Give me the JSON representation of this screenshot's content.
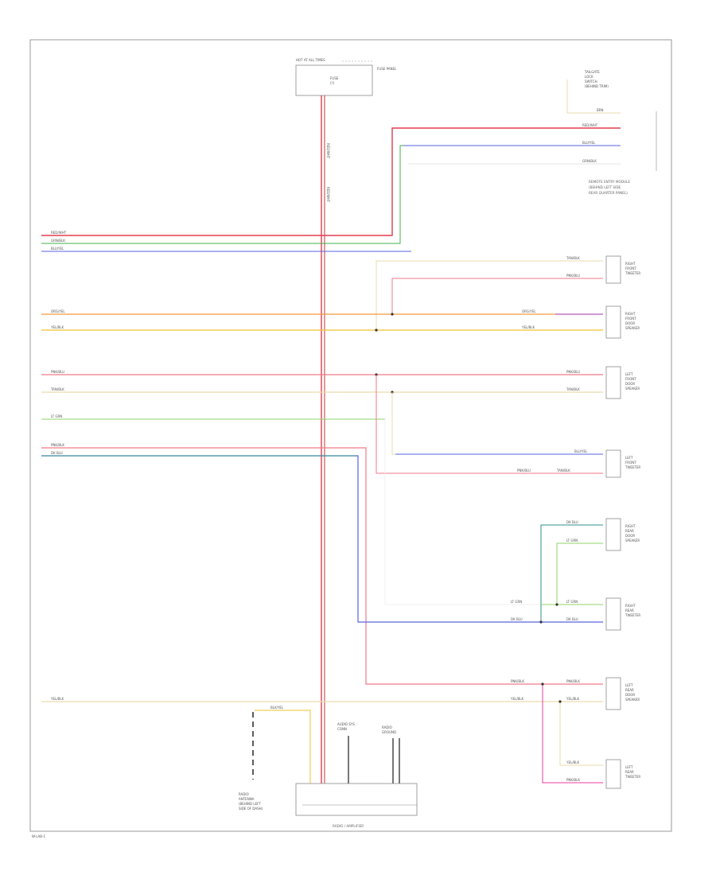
{
  "diagram": {
    "colors": {
      "red": "#e23b4e",
      "darkred": "#c0392b",
      "green": "#3fb24a",
      "blue": "#5a63e0",
      "orange": "#f29a3a",
      "yellow": "#f2c12e",
      "pink": "#f07a8a",
      "tan": "#e9dcae",
      "lightgreen": "#8fd46a",
      "magenta": "#ec3d9c",
      "teal": "#2f8f8a",
      "gray": "#8a8a8a",
      "black": "#333333"
    },
    "labels": {
      "hot_at_all_times": "HOT AT ALL TIMES",
      "fuse": "FUSE",
      "fuse_id": "(?)",
      "fuse_panel": "FUSE PANEL",
      "top_right_block": [
        "TAILGATE",
        "LOCK",
        "SWITCH",
        "(BEHIND TRIM)"
      ],
      "top_right_module": [
        "REMOTE ENTRY MODULE",
        "(BEHIND LEFT SIDE",
        "REAR QUARTER PANEL)"
      ],
      "right_front_speaker": [
        "RIGHT",
        "FRONT",
        "DOOR",
        "SPEAKER"
      ],
      "right_front_tweeter": [
        "RIGHT",
        "FRONT",
        "TWEETER"
      ],
      "left_front_speaker": [
        "LEFT",
        "FRONT",
        "DOOR",
        "SPEAKER"
      ],
      "left_front_tweeter": [
        "LEFT",
        "FRONT",
        "TWEETER"
      ],
      "right_rear_speaker": [
        "RIGHT",
        "REAR",
        "DOOR",
        "SPEAKER"
      ],
      "right_rear_tweeter": [
        "RIGHT",
        "REAR",
        "TWEETER"
      ],
      "left_rear_speaker": [
        "LEFT",
        "REAR",
        "DOOR",
        "SPEAKER"
      ],
      "left_rear_tweeter": [
        "LEFT",
        "REAR",
        "TWEETER"
      ],
      "antenna": [
        "RADIO",
        "ANTENNA",
        "(BEHIND LEFT",
        "SIDE OF DASH)"
      ],
      "connector_a": [
        "AUDIO SYS",
        "CONN"
      ],
      "connector_b": [
        "RADIO",
        "GROUND"
      ],
      "radio_amp": "RADIO / AMPLIFIER",
      "footer_code": "W-LAB-1"
    },
    "wire_tags": {
      "red": "RED/WHT",
      "green": "GRN/BLK",
      "blue": "BLU/YEL",
      "orange": "ORG/YEL",
      "yellow": "YEL/BLK",
      "pink": "PNK/BLU",
      "tan": "TAN/BLK",
      "lightgreen": "LT GRN",
      "magenta": "PNK/BLK",
      "teal": "DK BLU",
      "antenna": "BLK/YEL",
      "tailgate": "BRN"
    }
  }
}
